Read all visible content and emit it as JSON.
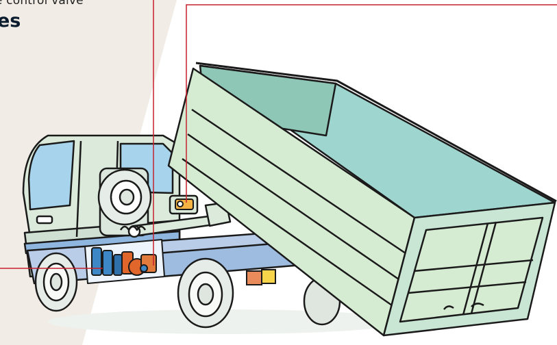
{
  "caption": {
    "subtitle": "le control valve",
    "heading": "es"
  },
  "colors": {
    "background": "#ffffff",
    "backdrop_band": "#f1ede6",
    "leader_line": "#c6202c",
    "outline": "#1a1a1a",
    "cab_body": "#dbeadb",
    "container_side": "#d6ecd2",
    "container_inner": "#9fd5cf",
    "hydraulic_blue": "#3d87c6",
    "hydraulic_orange": "#e0662b",
    "chassis_blue": "#b9cde8"
  },
  "icons": {
    "truck": "hook-lift-truck-illustration",
    "container": "tilted-roll-off-container",
    "hydraulic_unit": "hydraulic-pump-and-control-valve",
    "valve_callout": "control-valve-highlight"
  }
}
